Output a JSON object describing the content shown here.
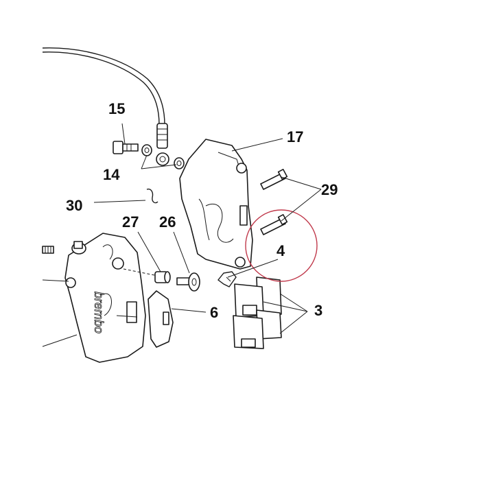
{
  "labels": {
    "l15": "15",
    "l14": "14",
    "l17": "17",
    "l29": "29",
    "l30": "30",
    "l27": "27",
    "l26": "26",
    "l4": "4",
    "l6": "6",
    "l3": "3"
  },
  "caliper_brand": "brembo",
  "colors": {
    "line": "#1a1a1a",
    "highlight_circle": "#c0394b",
    "background": "#ffffff"
  }
}
